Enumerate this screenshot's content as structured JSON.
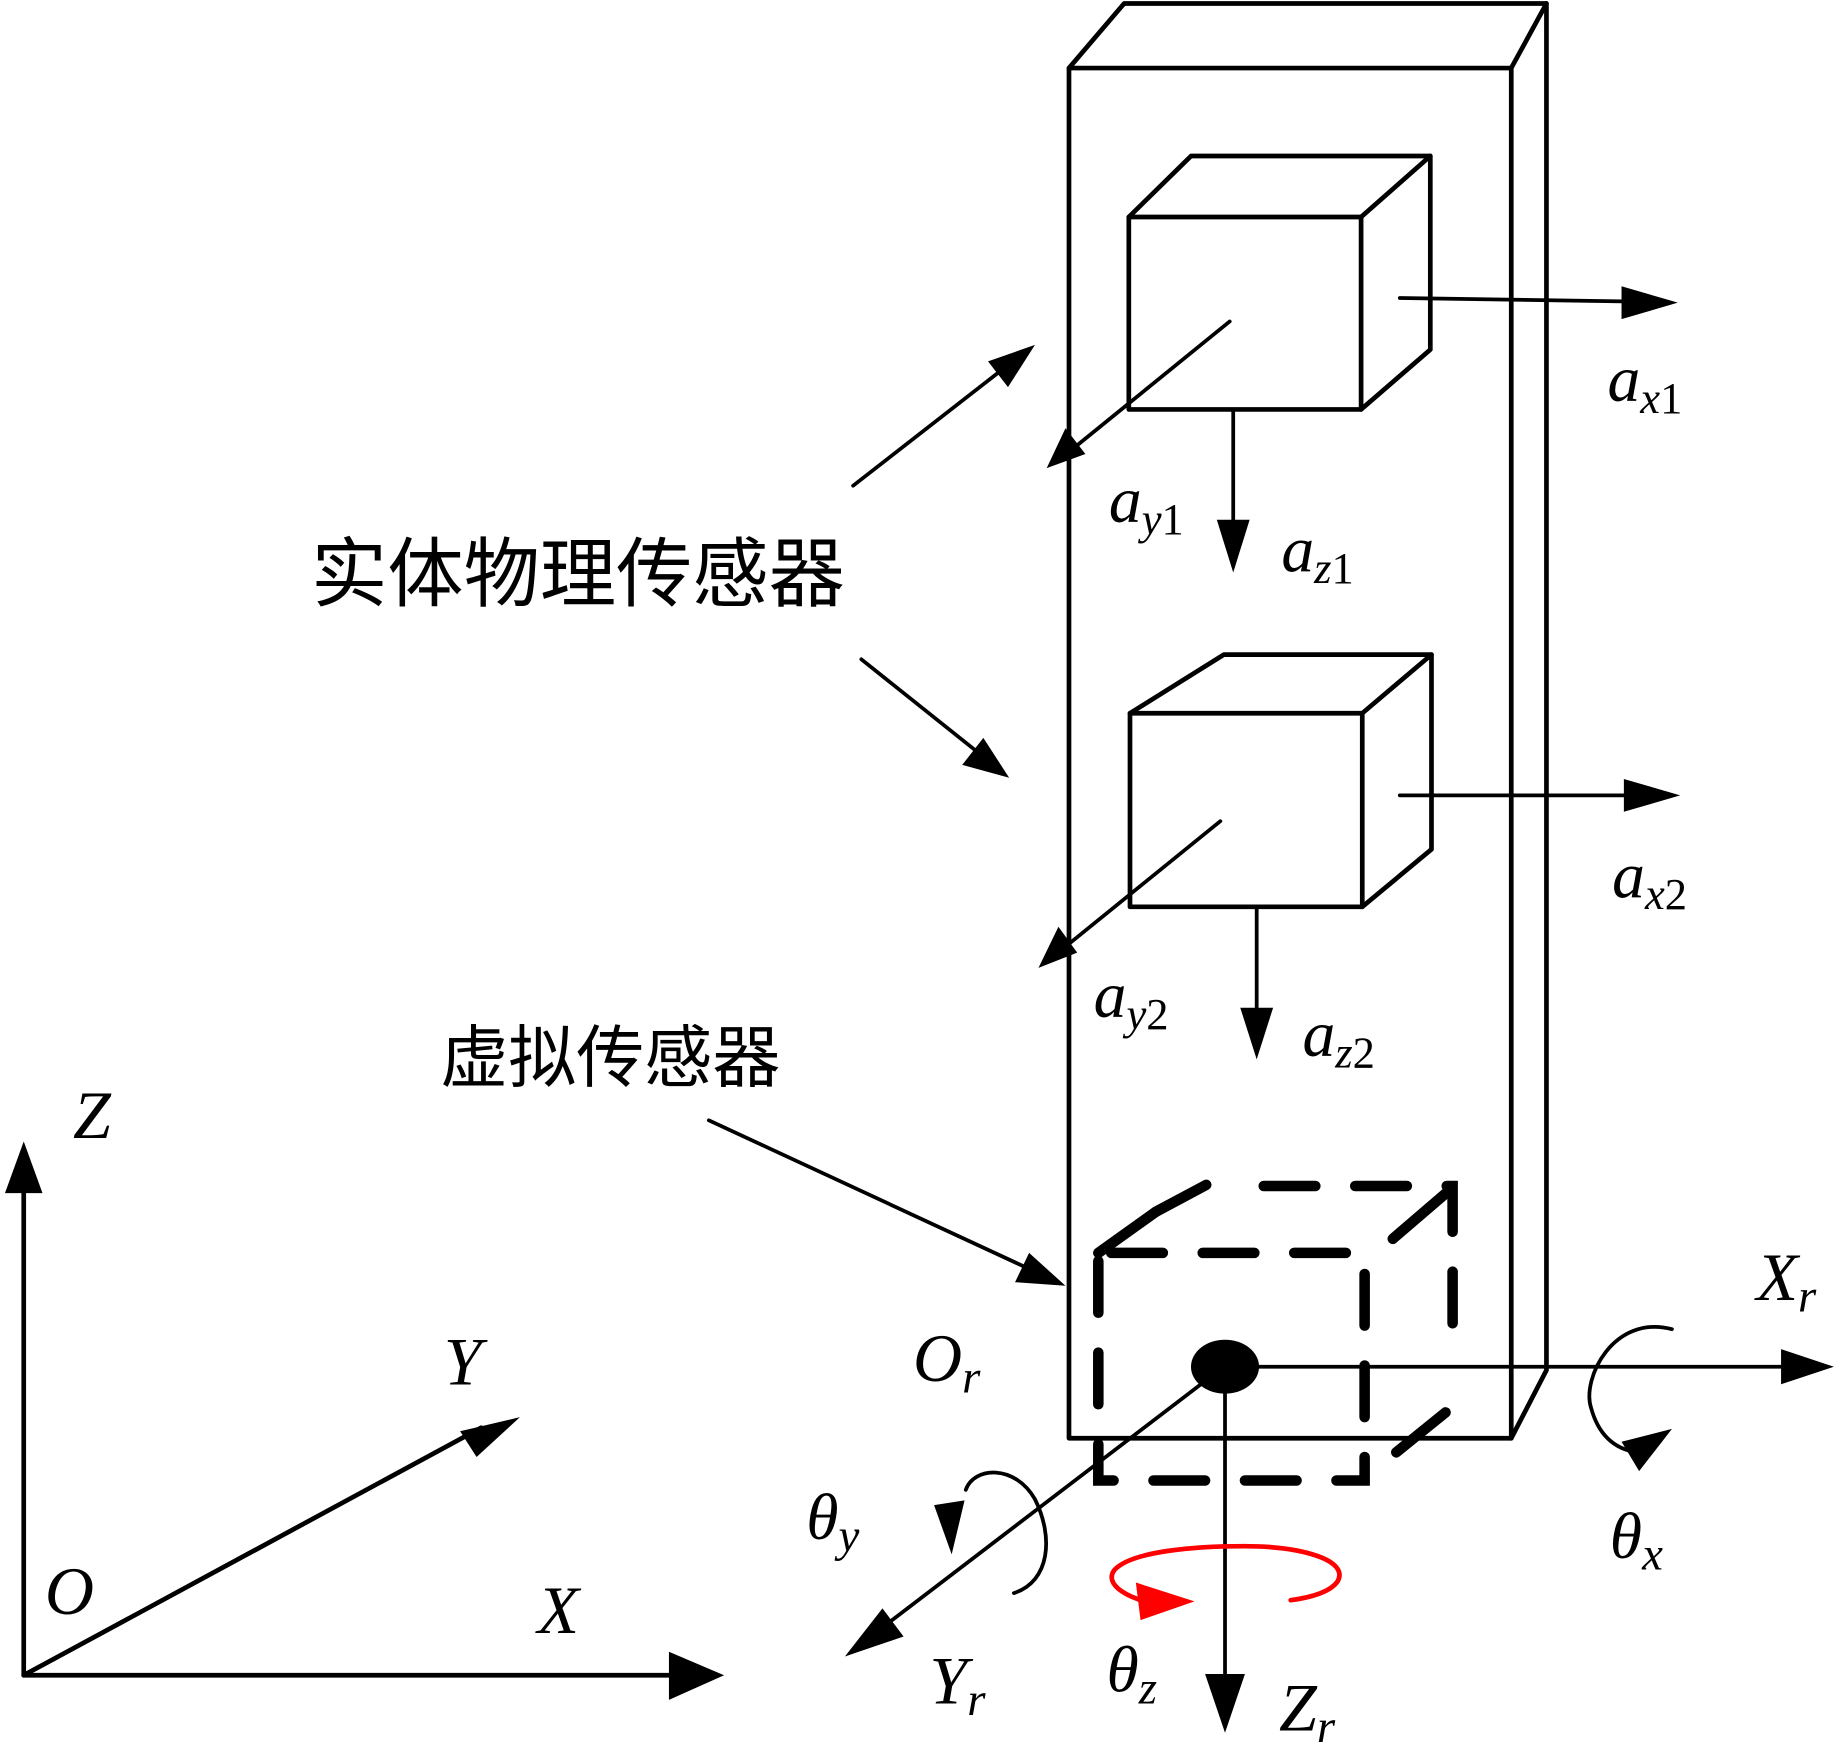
{
  "labels": {
    "physical_sensors": "实体物理传感器",
    "virtual_sensor": "虚拟传感器"
  },
  "global_axes": {
    "origin": "O",
    "x": "X",
    "y": "Y",
    "z": "Z"
  },
  "sensor1": {
    "ax": {
      "base": "a",
      "sub": "x",
      "num": "1"
    },
    "ay": {
      "base": "a",
      "sub": "y",
      "num": "1"
    },
    "az": {
      "base": "a",
      "sub": "z",
      "num": "1"
    }
  },
  "sensor2": {
    "ax": {
      "base": "a",
      "sub": "x",
      "num": "2"
    },
    "ay": {
      "base": "a",
      "sub": "y",
      "num": "2"
    },
    "az": {
      "base": "a",
      "sub": "z",
      "num": "2"
    }
  },
  "local_axes": {
    "origin": {
      "base": "O",
      "sub": "r"
    },
    "x": {
      "base": "X",
      "sub": "r"
    },
    "y": {
      "base": "Y",
      "sub": "r"
    },
    "z": {
      "base": "Z",
      "sub": "r"
    }
  },
  "rotations": {
    "theta_x": {
      "base": "θ",
      "sub": "x"
    },
    "theta_y": {
      "base": "θ",
      "sub": "y"
    },
    "theta_z": {
      "base": "θ",
      "sub": "z"
    }
  },
  "colors": {
    "line": "#000000",
    "theta_z_highlight": "#ff0000",
    "background": "#ffffff"
  }
}
